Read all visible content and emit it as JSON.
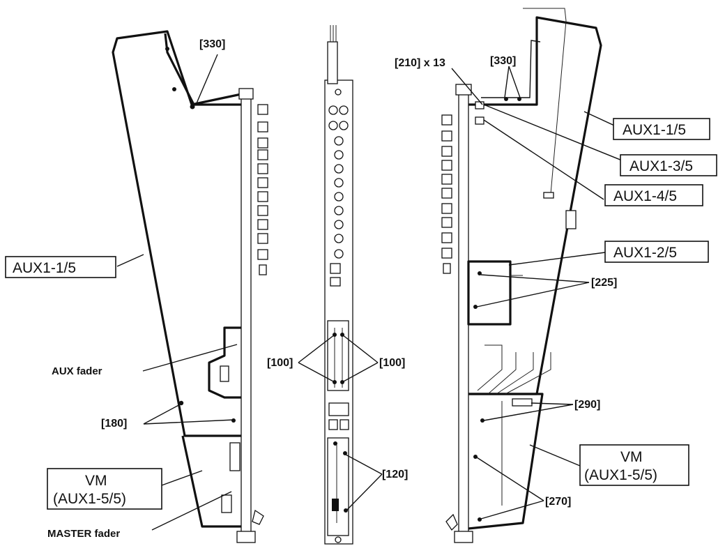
{
  "left_view": {
    "ref_330": "[330]",
    "box_aux1_1_5": "AUX1-1/5",
    "aux_fader": "AUX fader",
    "ref_180": "[180]",
    "box_vm_line1": "VM",
    "box_vm_line2": "(AUX1-5/5)",
    "master_fader": "MASTER fader"
  },
  "middle_view": {
    "ref_100_left": "[100]",
    "ref_100_right": "[100]",
    "ref_120": "[120]"
  },
  "right_view": {
    "ref_210": "[210] x 13",
    "ref_330": "[330]",
    "box_aux1_1_5": "AUX1-1/5",
    "box_aux1_3_5": "AUX1-3/5",
    "box_aux1_4_5": "AUX1-4/5",
    "box_aux1_2_5": "AUX1-2/5",
    "ref_225": "[225]",
    "ref_290": "[290]",
    "box_vm_line1": "VM",
    "box_vm_line2": "(AUX1-5/5)",
    "ref_270": "[270]"
  }
}
